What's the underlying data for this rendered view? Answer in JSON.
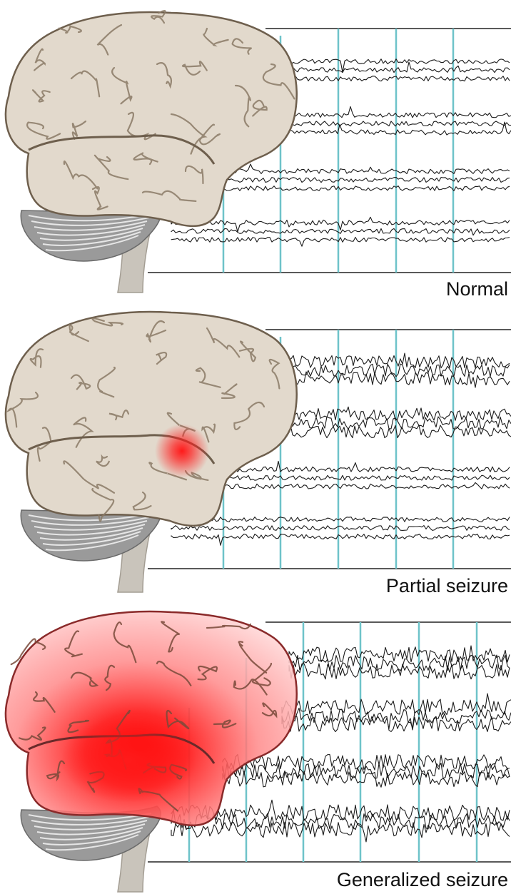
{
  "panels": [
    {
      "label": "Normal",
      "focus": "none",
      "activity": "low"
    },
    {
      "label": "Partial seizure",
      "focus": "temporal-lobe",
      "activity": "upper-channels-high"
    },
    {
      "label": "Generalized seizure",
      "focus": "whole-brain",
      "activity": "all-channels-high"
    }
  ],
  "colors": {
    "marker_line": "#6ec3c9",
    "trace": "#1a1a1a",
    "brain_fill": "#e2d9cc",
    "brain_outline": "#6e5f4d",
    "seizure_red": "#ff1a1a",
    "cerebellum": "#9a9a9a",
    "stem": "#c9c4bb"
  },
  "icons": [
    "brain-icon",
    "cerebellum-icon",
    "brainstem-icon",
    "seizure-focus-icon"
  ]
}
